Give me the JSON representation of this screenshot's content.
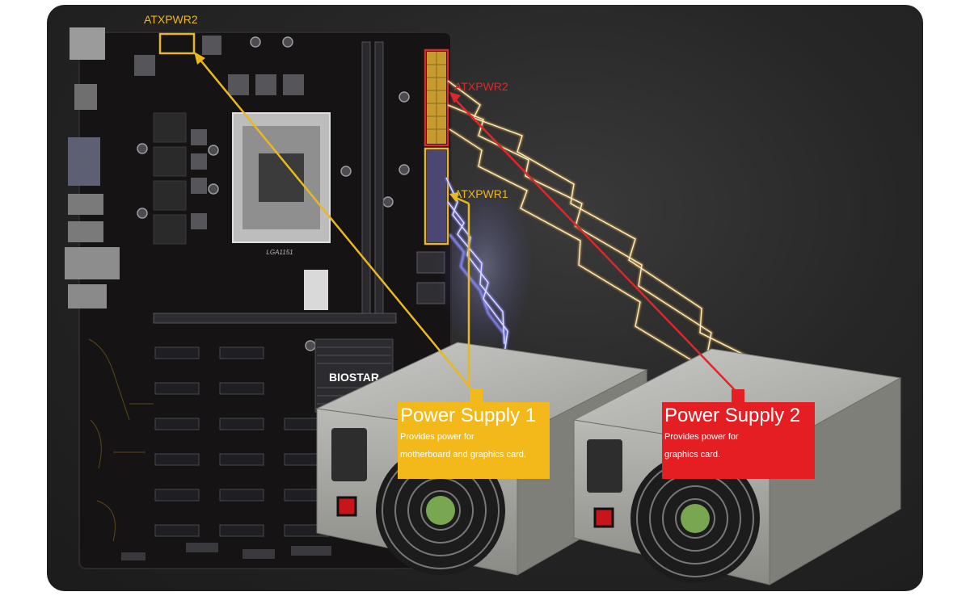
{
  "labels": {
    "top_connector": "ATXPWR2",
    "right_connector_red": "ATXPWR2",
    "right_connector_yellow": "ATXPWR1"
  },
  "board": {
    "brand": "BIOSTAR",
    "socket": "LGA1151"
  },
  "power_supplies": [
    {
      "title": "Power Supply 1",
      "desc_line1": "Provides power for",
      "desc_line2": "motherboard and graphics card.",
      "color": "#f3b81a"
    },
    {
      "title": "Power Supply 2",
      "desc_line1": "Provides power for",
      "desc_line2": "graphics card.",
      "color": "#e41e23"
    }
  ],
  "colors": {
    "yellow": "#e9b820",
    "red": "#e0262b",
    "lightning_blue": "#8a8cff",
    "lightning_gold": "#f4d07a"
  }
}
